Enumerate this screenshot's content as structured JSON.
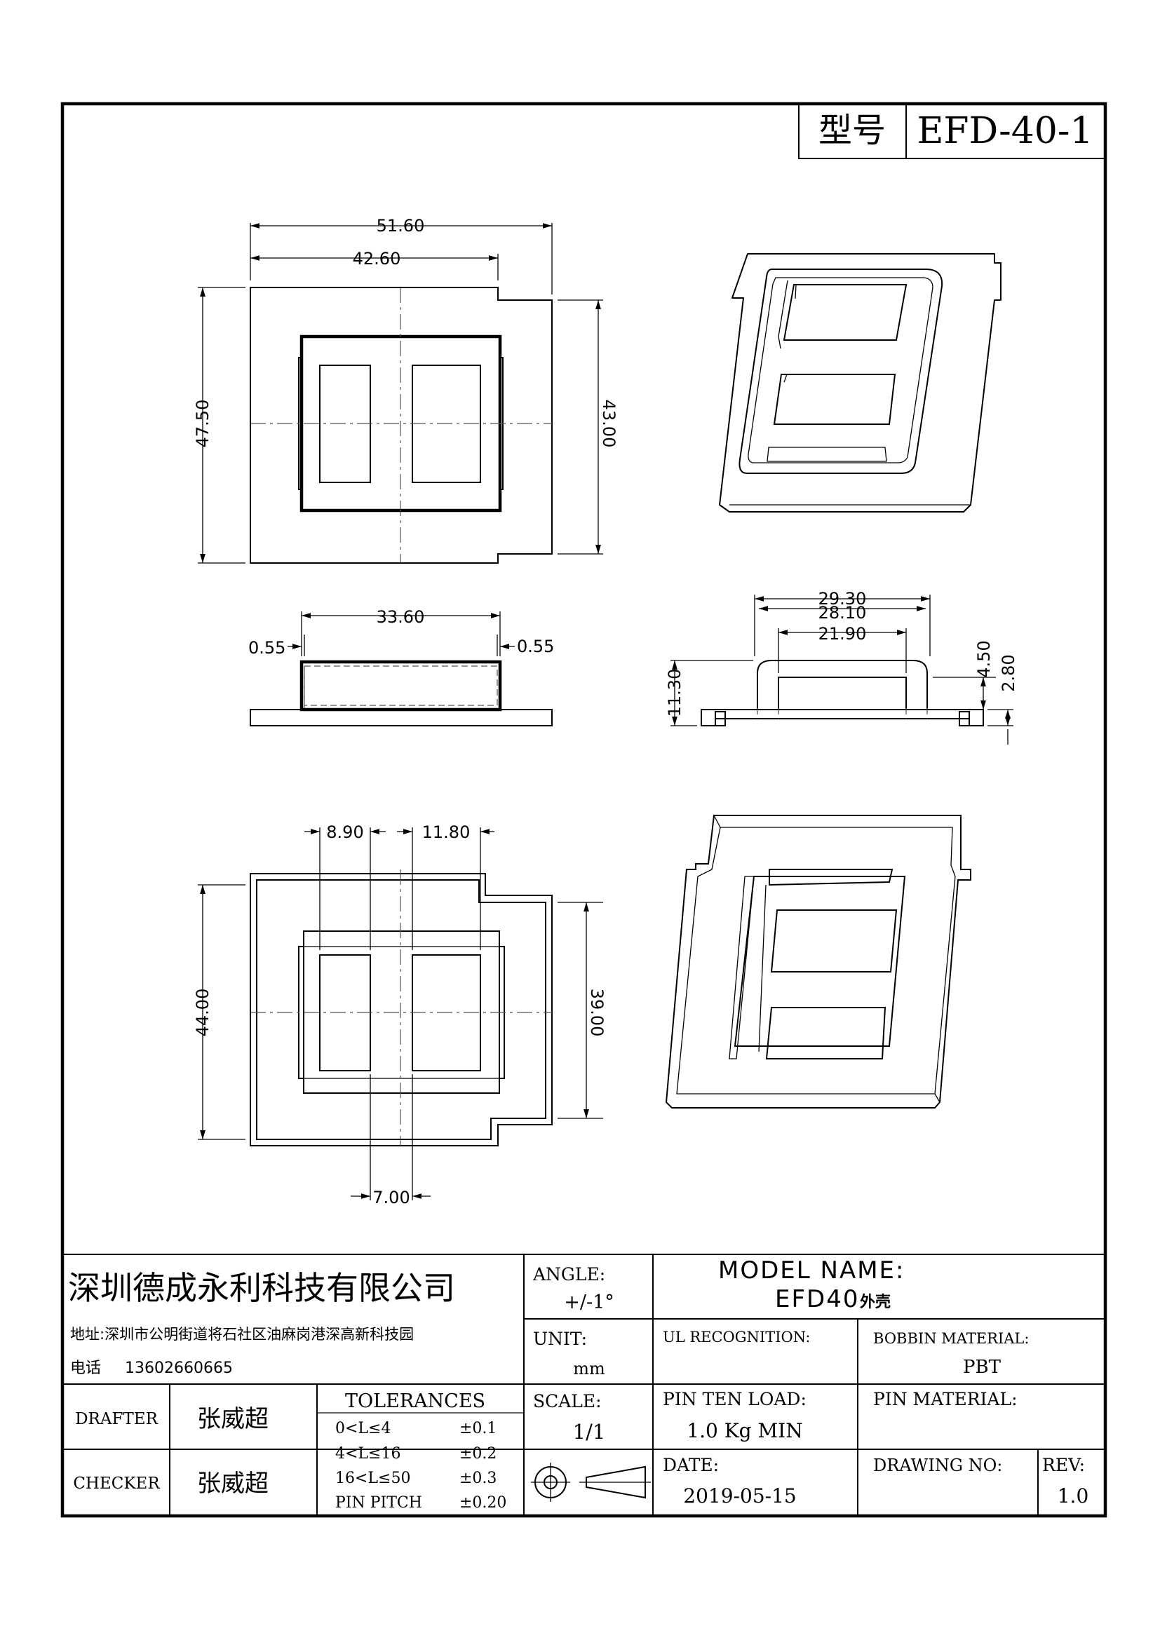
{
  "header": {
    "model_label": "型号",
    "model_value": "EFD-40-1"
  },
  "dimensions": {
    "top_width_outer": "51.60",
    "top_width_inner": "42.60",
    "top_height_left": "47.50",
    "top_height_right": "43.00",
    "side_width": "33.60",
    "side_gap_left": "0.55",
    "side_gap_right": "0.55",
    "section_w1": "29.30",
    "section_w2": "28.10",
    "section_w3": "21.90",
    "section_h_total": "11.30",
    "section_h1": "4.50",
    "section_h2": "2.80",
    "bottom_win1": "8.90",
    "bottom_win2": "11.80",
    "bottom_height_left": "44.00",
    "bottom_height_right": "39.00",
    "bottom_gap": "7.00"
  },
  "title_block": {
    "company": "深圳德成永利科技有限公司",
    "address": "地址:深圳市公明街道将石社区油麻岗港深高新科技园",
    "phone_label": "电话",
    "phone": "13602660665",
    "drafter_label": "DRAFTER",
    "drafter": "张威超",
    "checker_label": "CHECKER",
    "checker": "张威超",
    "tolerances_label": "TOLERANCES",
    "tolerances": [
      {
        "range": "0<L≤4",
        "value": "±0.1"
      },
      {
        "range": "4<L≤16",
        "value": "±0.2"
      },
      {
        "range": "16<L≤50",
        "value": "±0.3"
      },
      {
        "range": "PIN PITCH",
        "value": "±0.20"
      }
    ],
    "angle_label": "ANGLE:",
    "angle": "+/-1°",
    "unit_label": "UNIT:",
    "unit": "mm",
    "scale_label": "SCALE:",
    "scale": "1/1",
    "model_name_label": "MODEL NAME:",
    "model_name": "EFD40",
    "model_name_suffix": "外壳",
    "ul_label": "UL RECOGNITION:",
    "bobbin_label": "BOBBIN MATERIAL:",
    "bobbin": "PBT",
    "pin_ten_label": "PIN TEN LOAD:",
    "pin_ten": "1.0 Kg MIN",
    "pin_material_label": "PIN MATERIAL:",
    "date_label": "DATE:",
    "date": "2019-05-15",
    "drawing_no_label": "DRAWING NO:",
    "rev_label": "REV:",
    "rev": "1.0"
  }
}
